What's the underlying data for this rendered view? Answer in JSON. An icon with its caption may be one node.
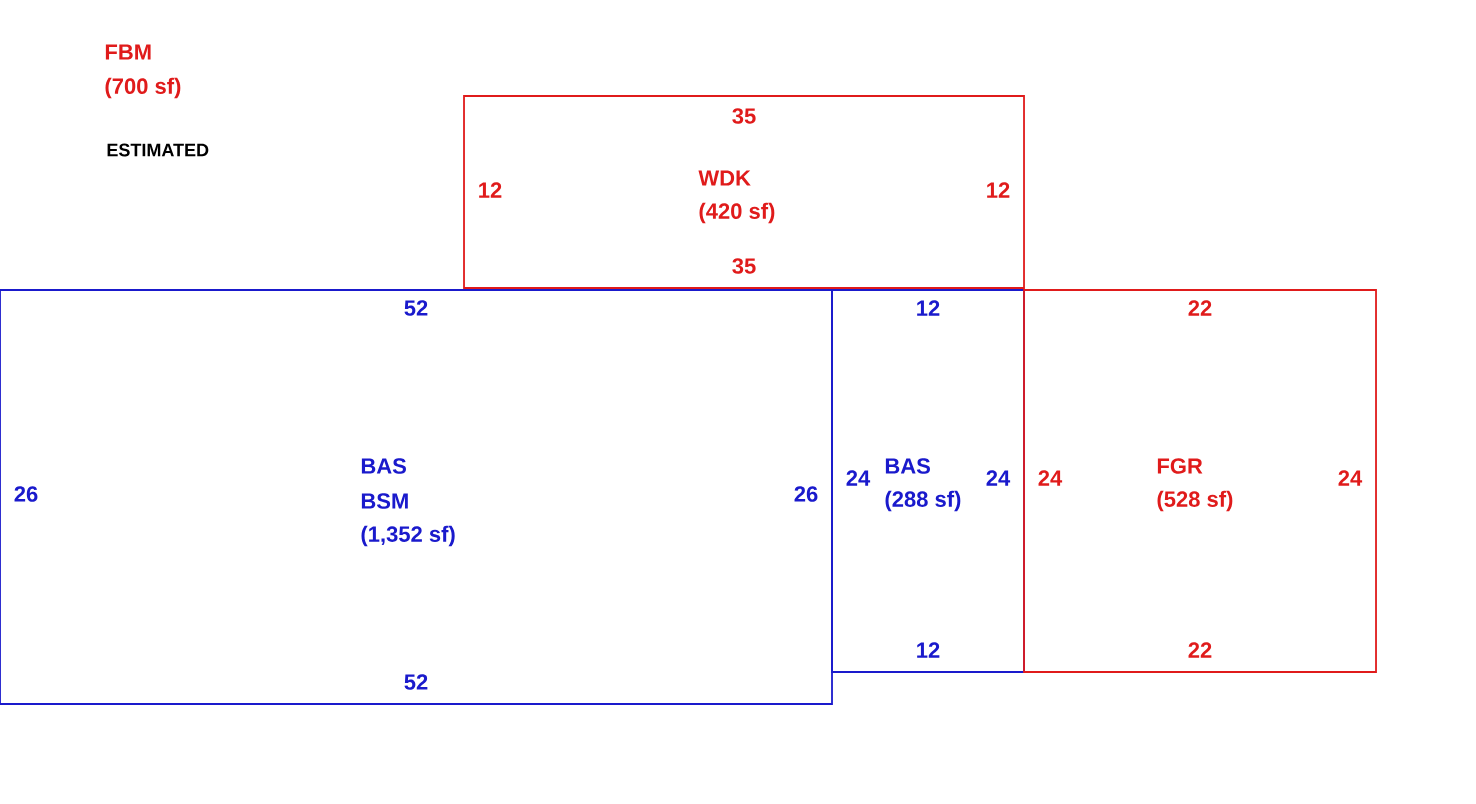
{
  "diagram": {
    "nodes": [
      {
        "text": [
          "WDK",
          "(420 sf)"
        ]
      },
      {
        "text": [
          "BAS",
          "BSM",
          "(1,352 sf)"
        ]
      },
      {
        "text": [
          "BAS",
          "(288 sf)"
        ]
      },
      {
        "text": [
          "FGR",
          "(528 sf)"
        ]
      }
    ],
    "labels": [
      "FBM",
      "(700 sf)",
      "ESTIMATED",
      "35",
      "12",
      "12",
      "35",
      "52",
      "12",
      "22",
      "26",
      "26",
      "24",
      "24",
      "24",
      "24",
      "12",
      "22",
      "52"
    ]
  }
}
